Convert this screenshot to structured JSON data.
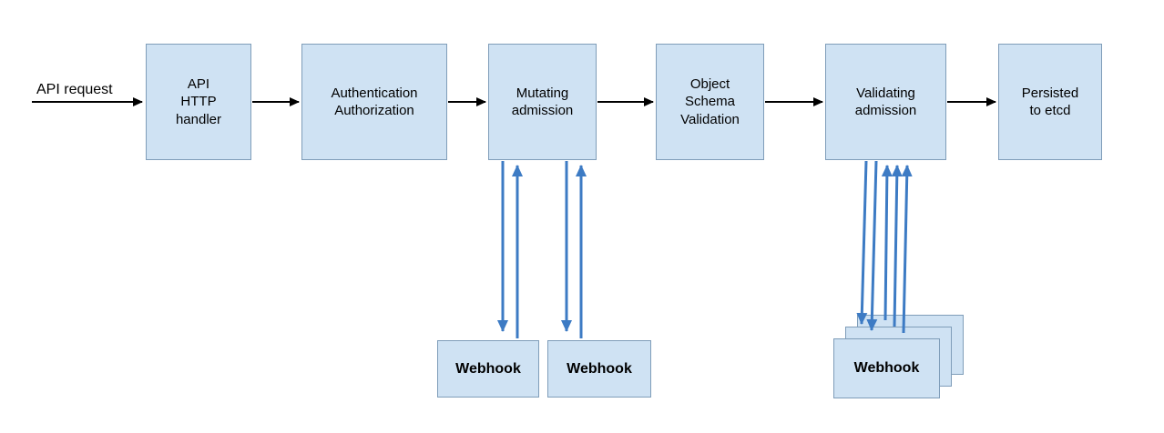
{
  "diagram": {
    "source_label": "API request",
    "nodes": [
      {
        "id": "api-http-handler",
        "label": "API\nHTTP\nhandler"
      },
      {
        "id": "authentication-authorization",
        "label": "Authentication\nAuthorization"
      },
      {
        "id": "mutating-admission",
        "label": "Mutating\nadmission"
      },
      {
        "id": "object-schema-validation",
        "label": "Object\nSchema\nValidation"
      },
      {
        "id": "validating-admission",
        "label": "Validating\nadmission"
      },
      {
        "id": "persisted-to-etcd",
        "label": "Persisted\nto etcd"
      }
    ],
    "webhooks": [
      {
        "id": "mutating-webhook-1",
        "label": "Webhook"
      },
      {
        "id": "mutating-webhook-2",
        "label": "Webhook"
      },
      {
        "id": "validating-webhook-back",
        "label": "Webhook"
      },
      {
        "id": "validating-webhook-middle",
        "label": "Webhook"
      },
      {
        "id": "validating-webhook-front",
        "label": "Webhook"
      }
    ],
    "colors": {
      "box_fill": "#cfe2f3",
      "box_border": "#7f9db9",
      "flow_arrow": "#000000",
      "webhook_arrow": "#3d7bc4"
    }
  }
}
